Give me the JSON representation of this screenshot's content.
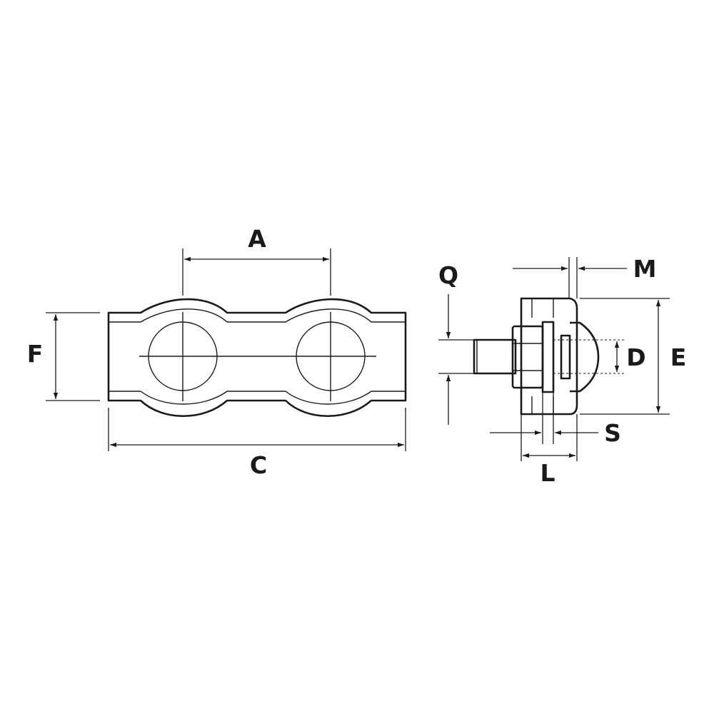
{
  "diagram": {
    "labels": {
      "A": "A",
      "C": "C",
      "F": "F",
      "Q": "Q",
      "M": "M",
      "D": "D",
      "E": "E",
      "S": "S",
      "L": "L"
    },
    "colors": {
      "ink": "#1a1a1a",
      "paper": "#ffffff"
    }
  }
}
